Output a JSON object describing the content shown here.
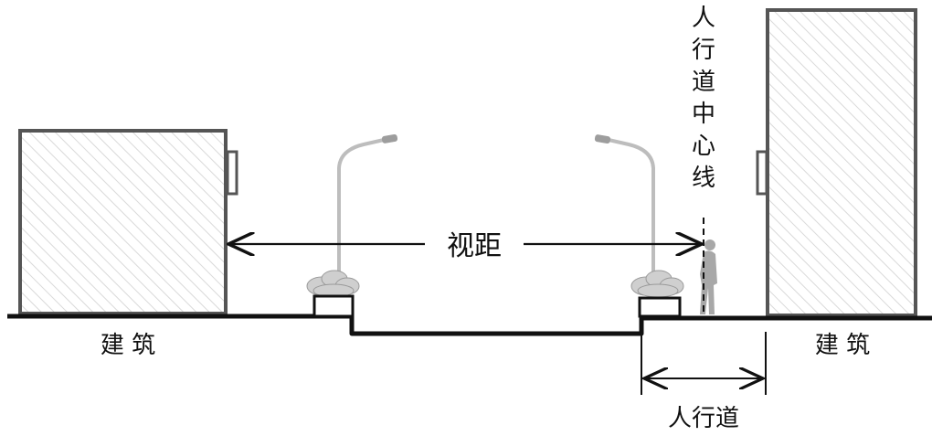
{
  "labels": {
    "building_left": "建 筑",
    "building_right": "建 筑",
    "sight_distance": "视距",
    "sidewalk": "人行道",
    "sidewalk_centerline": [
      "人",
      "行",
      "道",
      "中",
      "心",
      "线"
    ]
  },
  "colors": {
    "line": "#111111",
    "hatch": "#d6d6d6",
    "building_outline": "#555555",
    "pole": "#b8b8b8",
    "shrub": "#cfcfcf",
    "person": "#a8a8a8"
  }
}
